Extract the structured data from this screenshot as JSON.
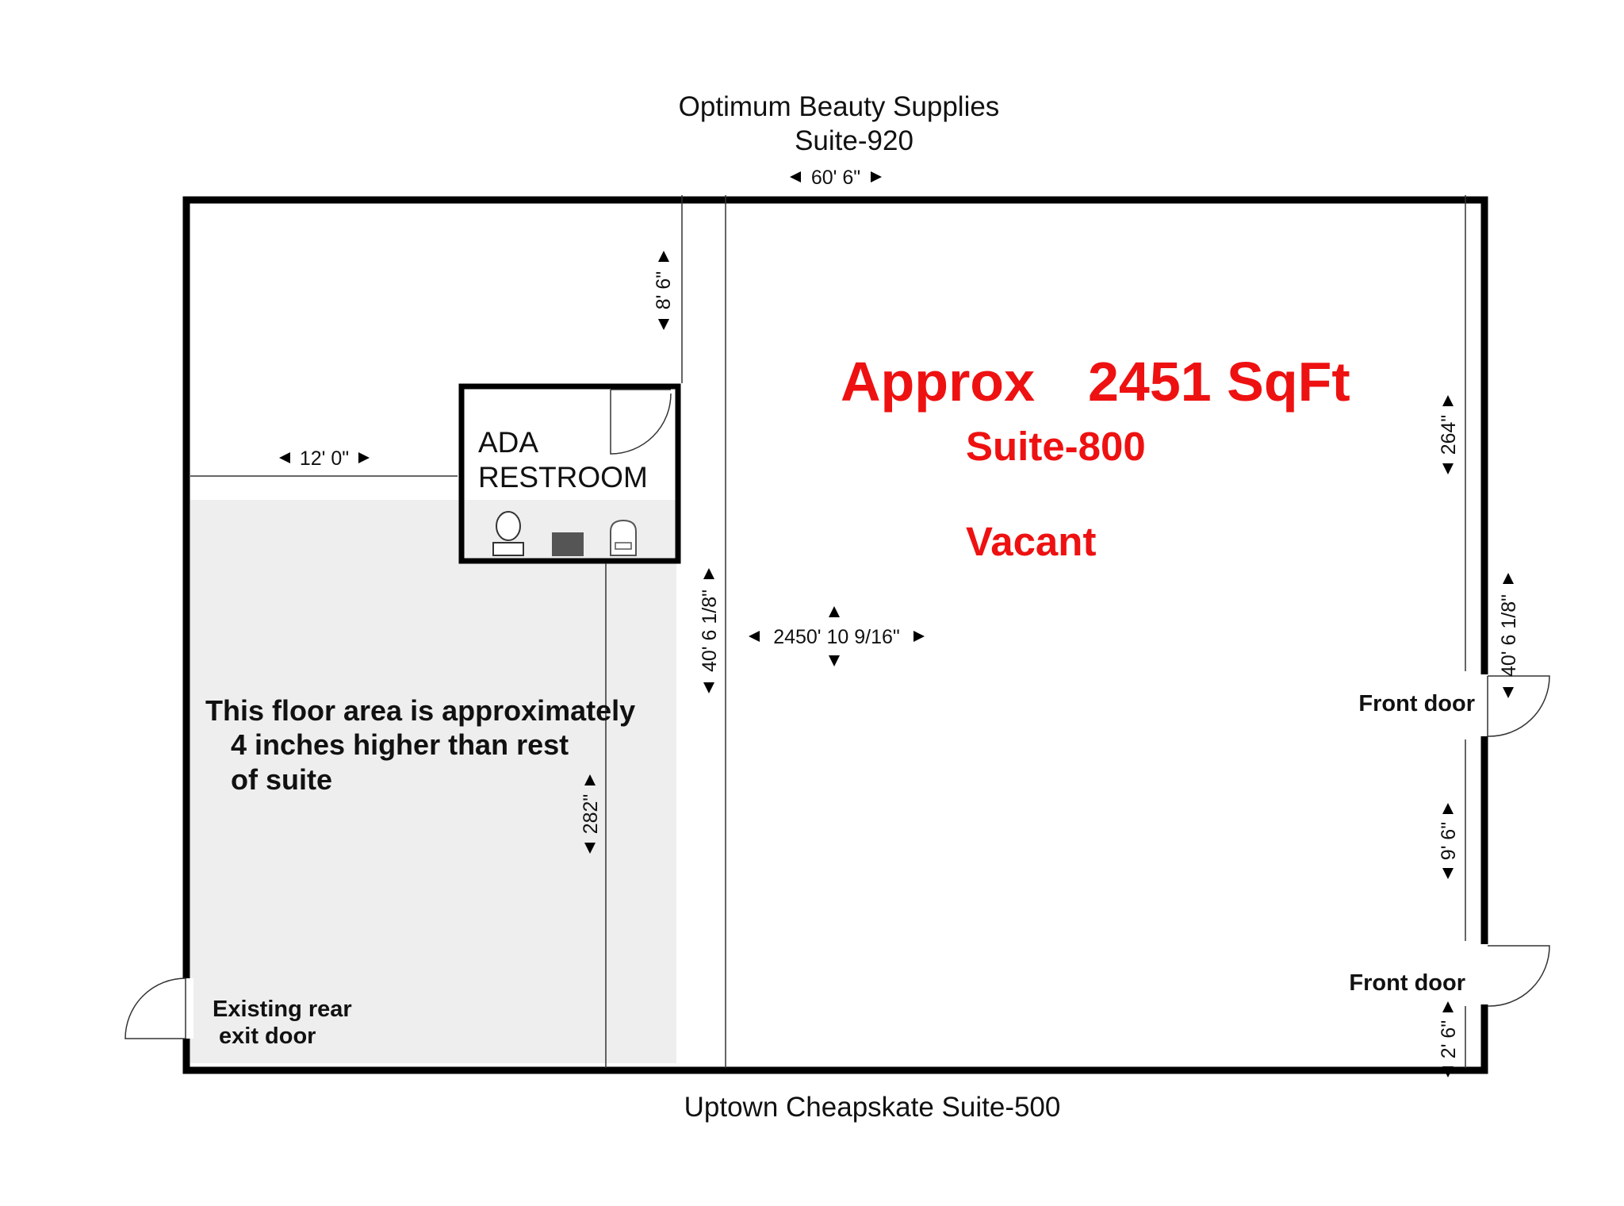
{
  "neighbors": {
    "top_name": "Optimum Beauty Supplies",
    "top_suite": "Suite-920",
    "bottom": "Uptown Cheapskate  Suite-500"
  },
  "suite": {
    "area_label": "Approx",
    "area_value": "2451 SqFt",
    "suite_name": "Suite-800",
    "status": "Vacant"
  },
  "dimensions": {
    "top_width": "60' 6\"",
    "upper_left_height": "8' 6\"",
    "left_width": "12' 0\"",
    "right_upper": "264\"",
    "right_total": "40' 6 1/8\"",
    "center_height": "40' 6 1/8\"",
    "center_area": "2450' 10 9/16\"",
    "raised_height": "282\"",
    "door_gap": "9' 6\"",
    "bottom_right": "2' 6\""
  },
  "rooms": {
    "restroom_line1": "ADA",
    "restroom_line2": "RESTROOM"
  },
  "notes": {
    "raised_line1": "This floor area is approximately",
    "raised_line2": "4 inches higher than rest",
    "raised_line3": "of suite"
  },
  "doors": {
    "front_door_1": "Front door",
    "front_door_2": "Front door",
    "rear_line1": "Existing rear",
    "rear_line2": "exit door"
  },
  "colors": {
    "accent_red": "#ee1111",
    "raised_floor": "#eeeeee",
    "wall": "#000000"
  }
}
